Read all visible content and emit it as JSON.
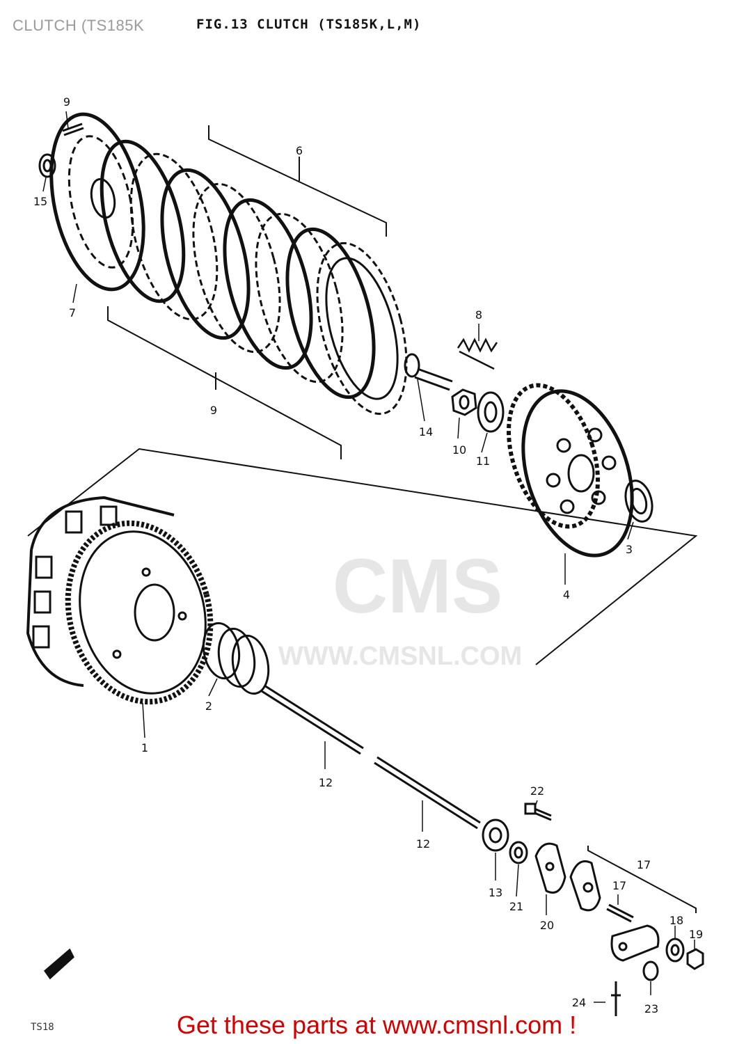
{
  "page_title": "CLUTCH (TS185K",
  "figure_title": "FIG.13  CLUTCH (TS185K,L,M)",
  "watermark": {
    "logo_text": "CMS",
    "url_text": "WWW.CMSNL.COM"
  },
  "footer": {
    "link_text": "Get these parts at www.cmsnl.com !"
  },
  "corner_code": "TS18",
  "callouts": {
    "n1": "1",
    "n2": "2",
    "n3": "3",
    "n4": "4",
    "n6": "6",
    "n7": "7",
    "n8": "8",
    "n9": "9",
    "n9b": "9",
    "n10": "10",
    "n11": "11",
    "n12a": "12",
    "n12b": "12",
    "n13": "13",
    "n14": "14",
    "n15": "15",
    "n17": "17",
    "n17b": "17",
    "n18": "18",
    "n19": "19",
    "n20": "20",
    "n21": "21",
    "n22": "22",
    "n23": "23",
    "n24": "24"
  },
  "colors": {
    "line": "#111111",
    "footer_link": "#d40000",
    "watermark": "#e6e6e6"
  }
}
